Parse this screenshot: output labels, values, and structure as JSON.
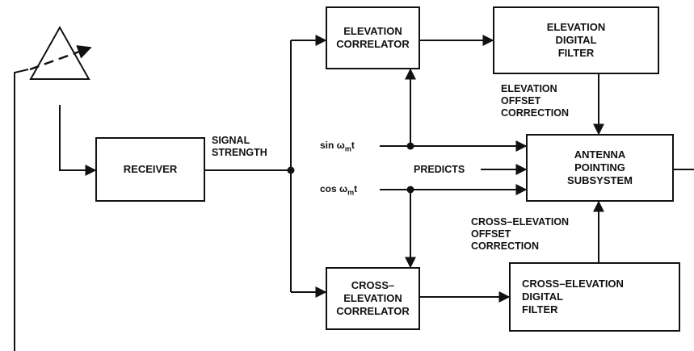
{
  "blocks": {
    "receiver": "RECEIVER",
    "elevation_correlator": "ELEVATION\nCORRELATOR",
    "elevation_digital_filter": "ELEVATION\nDIGITAL\nFILTER",
    "antenna_pointing_subsystem": "ANTENNA\nPOINTING\nSUBSYSTEM",
    "cross_elevation_correlator": "CROSS–ELEVATION\nCORRELATOR",
    "cross_elevation_digital_filter": "CROSS–ELEVATION\nDIGITAL\nFILTER"
  },
  "labels": {
    "signal_strength": "SIGNAL\nSTRENGTH",
    "elevation_offset_correction": "ELEVATION\nOFFSET\nCORRECTION",
    "cross_elevation_offset_correction": "CROSS–ELEVATION\nOFFSET\nCORRECTION",
    "predicts": "PREDICTS"
  },
  "signals": {
    "sin_prefix": "sin ω",
    "cos_prefix": "cos ω",
    "subscript": "m",
    "suffix": "t"
  }
}
